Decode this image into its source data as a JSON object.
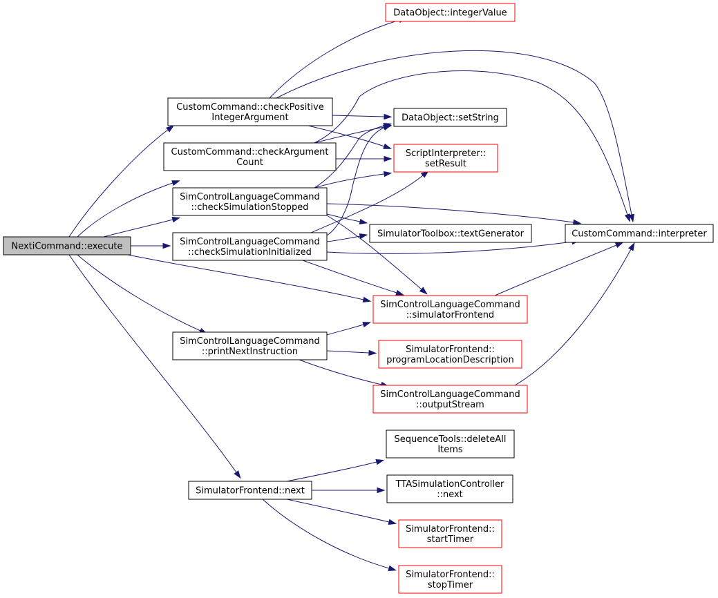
{
  "colors": {
    "root_fill": "#bfbfbf",
    "node_fill": "#ffffff",
    "node_border": "#000000",
    "external_border": "#ff0000",
    "edge": "#191970"
  },
  "graph": {
    "nodes": [
      {
        "id": "execute",
        "lines": [
          "NextiCommand::execute"
        ],
        "style": "root"
      },
      {
        "id": "checkPositiveInteger",
        "lines": [
          "CustomCommand::checkPositive",
          "IntegerArgument"
        ],
        "style": "normal"
      },
      {
        "id": "checkArgumentCount",
        "lines": [
          "CustomCommand::checkArgument",
          "Count"
        ],
        "style": "normal"
      },
      {
        "id": "checkSimulationStopped",
        "lines": [
          "SimControlLanguageCommand",
          "::checkSimulationStopped"
        ],
        "style": "normal"
      },
      {
        "id": "checkSimulationInitialized",
        "lines": [
          "SimControlLanguageCommand",
          "::checkSimulationInitialized"
        ],
        "style": "normal"
      },
      {
        "id": "printNextInstruction",
        "lines": [
          "SimControlLanguageCommand",
          "::printNextInstruction"
        ],
        "style": "normal"
      },
      {
        "id": "next",
        "lines": [
          "SimulatorFrontend::next"
        ],
        "style": "normal"
      },
      {
        "id": "integerValue",
        "lines": [
          "DataObject::integerValue"
        ],
        "style": "external"
      },
      {
        "id": "setString",
        "lines": [
          "DataObject::setString"
        ],
        "style": "normal"
      },
      {
        "id": "setResult",
        "lines": [
          "ScriptInterpreter::",
          "setResult"
        ],
        "style": "external"
      },
      {
        "id": "textGenerator",
        "lines": [
          "SimulatorToolbox::textGenerator"
        ],
        "style": "normal"
      },
      {
        "id": "interpreter",
        "lines": [
          "CustomCommand::interpreter"
        ],
        "style": "normal"
      },
      {
        "id": "simulatorFrontend",
        "lines": [
          "SimControlLanguageCommand",
          "::simulatorFrontend"
        ],
        "style": "external"
      },
      {
        "id": "programLocationDescription",
        "lines": [
          "SimulatorFrontend::",
          "programLocationDescription"
        ],
        "style": "external"
      },
      {
        "id": "outputStream",
        "lines": [
          "SimControlLanguageCommand",
          "::outputStream"
        ],
        "style": "external"
      },
      {
        "id": "deleteAllItems",
        "lines": [
          "SequenceTools::deleteAll",
          "Items"
        ],
        "style": "normal"
      },
      {
        "id": "ttaNext",
        "lines": [
          "TTASimulationController",
          "::next"
        ],
        "style": "normal"
      },
      {
        "id": "startTimer",
        "lines": [
          "SimulatorFrontend::",
          "startTimer"
        ],
        "style": "external"
      },
      {
        "id": "stopTimer",
        "lines": [
          "SimulatorFrontend::",
          "stopTimer"
        ],
        "style": "external"
      }
    ],
    "edges": [
      {
        "from": "execute",
        "to": "checkPositiveInteger"
      },
      {
        "from": "execute",
        "to": "checkArgumentCount"
      },
      {
        "from": "execute",
        "to": "checkSimulationStopped"
      },
      {
        "from": "execute",
        "to": "checkSimulationInitialized"
      },
      {
        "from": "execute",
        "to": "simulatorFrontend"
      },
      {
        "from": "execute",
        "to": "printNextInstruction"
      },
      {
        "from": "execute",
        "to": "next"
      },
      {
        "from": "checkPositiveInteger",
        "to": "integerValue"
      },
      {
        "from": "checkPositiveInteger",
        "to": "interpreter"
      },
      {
        "from": "checkPositiveInteger",
        "to": "setString"
      },
      {
        "from": "checkPositiveInteger",
        "to": "setResult"
      },
      {
        "from": "checkArgumentCount",
        "to": "interpreter"
      },
      {
        "from": "checkArgumentCount",
        "to": "setString"
      },
      {
        "from": "checkArgumentCount",
        "to": "setResult"
      },
      {
        "from": "checkSimulationStopped",
        "to": "setString"
      },
      {
        "from": "checkSimulationStopped",
        "to": "setResult"
      },
      {
        "from": "checkSimulationStopped",
        "to": "textGenerator"
      },
      {
        "from": "checkSimulationStopped",
        "to": "interpreter"
      },
      {
        "from": "checkSimulationStopped",
        "to": "simulatorFrontend"
      },
      {
        "from": "checkSimulationInitialized",
        "to": "setString"
      },
      {
        "from": "checkSimulationInitialized",
        "to": "setResult"
      },
      {
        "from": "checkSimulationInitialized",
        "to": "textGenerator"
      },
      {
        "from": "checkSimulationInitialized",
        "to": "interpreter"
      },
      {
        "from": "checkSimulationInitialized",
        "to": "simulatorFrontend"
      },
      {
        "from": "simulatorFrontend",
        "to": "interpreter"
      },
      {
        "from": "printNextInstruction",
        "to": "simulatorFrontend"
      },
      {
        "from": "printNextInstruction",
        "to": "programLocationDescription"
      },
      {
        "from": "printNextInstruction",
        "to": "outputStream"
      },
      {
        "from": "outputStream",
        "to": "interpreter"
      },
      {
        "from": "next",
        "to": "deleteAllItems"
      },
      {
        "from": "next",
        "to": "ttaNext"
      },
      {
        "from": "next",
        "to": "startTimer"
      },
      {
        "from": "next",
        "to": "stopTimer"
      }
    ]
  }
}
